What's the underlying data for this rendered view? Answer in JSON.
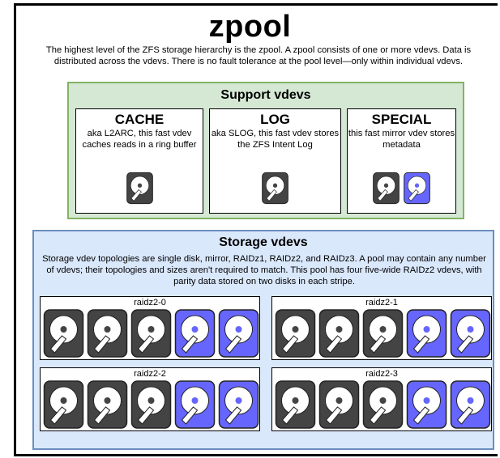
{
  "page": {
    "title": "zpool",
    "intro": "The highest level of the ZFS storage hierarchy is the zpool. A zpool consists of one or more vdevs. Data is distributed across the vdevs. There is no fault tolerance at the pool level—only within individual vdevs."
  },
  "colors": {
    "support_fill": "#d5e8d4",
    "support_border": "#82b366",
    "storage_fill": "#dae8fc",
    "storage_border": "#6c8ebf",
    "data_disk": "#444444",
    "parity_disk": "#6666ff"
  },
  "support": {
    "title": "Support vdevs",
    "vdevs": [
      {
        "name": "CACHE",
        "desc": "aka L2ARC, this fast vdev caches reads in a ring buffer",
        "disks": [
          "data"
        ]
      },
      {
        "name": "LOG",
        "desc": "aka SLOG, this fast vdev stores the ZFS Intent Log",
        "disks": [
          "data"
        ]
      },
      {
        "name": "SPECIAL",
        "desc": "this fast mirror vdev stores metadata",
        "disks": [
          "data",
          "parity"
        ]
      }
    ]
  },
  "storage": {
    "title": "Storage vdevs",
    "desc": "Storage vdev topologies are single disk, mirror, RAIDz1, RAIDz2, and RAIDz3. A pool may contain any number of vdevs; their topologies and sizes aren't required to match. This pool has four five-wide RAIDz2 vdevs, with parity data stored on two disks in each stripe.",
    "vdevs": [
      {
        "label": "raidz2-0",
        "disks": [
          "data",
          "data",
          "data",
          "parity",
          "parity"
        ]
      },
      {
        "label": "raidz2-1",
        "disks": [
          "data",
          "data",
          "data",
          "parity",
          "parity"
        ]
      },
      {
        "label": "raidz2-2",
        "disks": [
          "data",
          "data",
          "data",
          "parity",
          "parity"
        ]
      },
      {
        "label": "raidz2-3",
        "disks": [
          "data",
          "data",
          "data",
          "parity",
          "parity"
        ]
      }
    ]
  }
}
